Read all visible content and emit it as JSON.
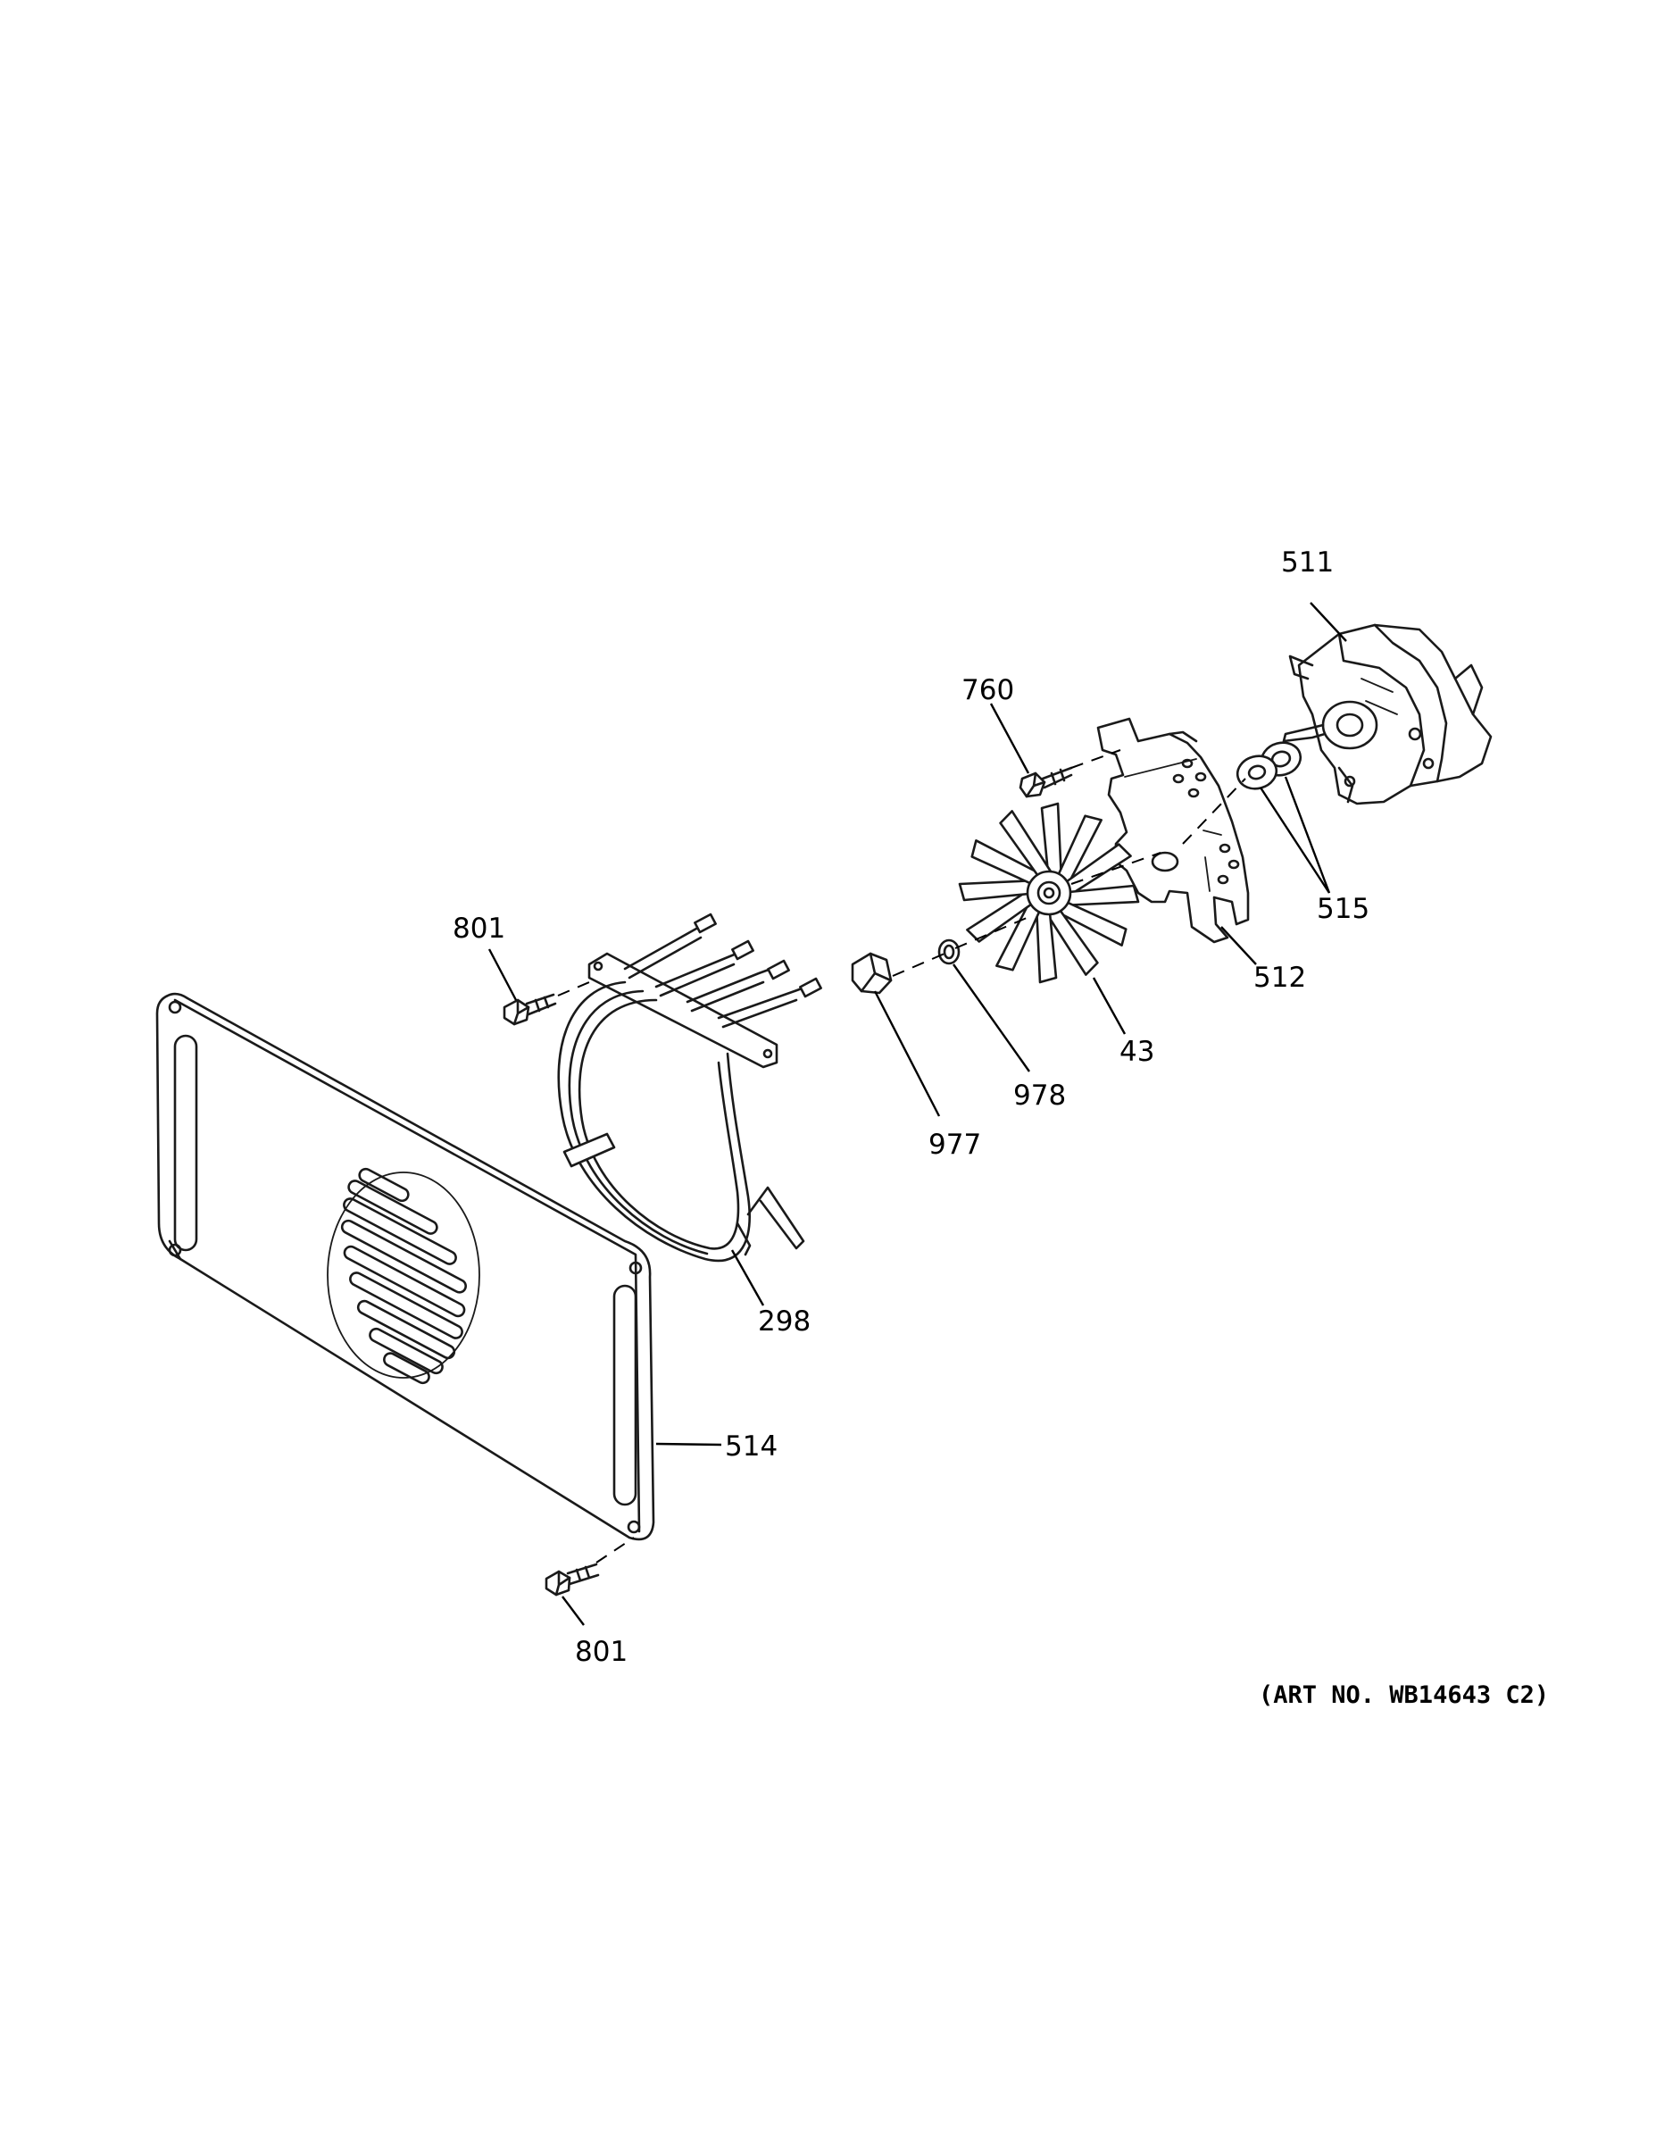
{
  "callouts": {
    "p511": "511",
    "p760": "760",
    "p515": "515",
    "p512": "512",
    "p801_top": "801",
    "p43": "43",
    "p978": "978",
    "p977": "977",
    "p298": "298",
    "p514": "514",
    "p801_bottom": "801"
  },
  "art_number": "(ART NO. WB14643 C2)"
}
